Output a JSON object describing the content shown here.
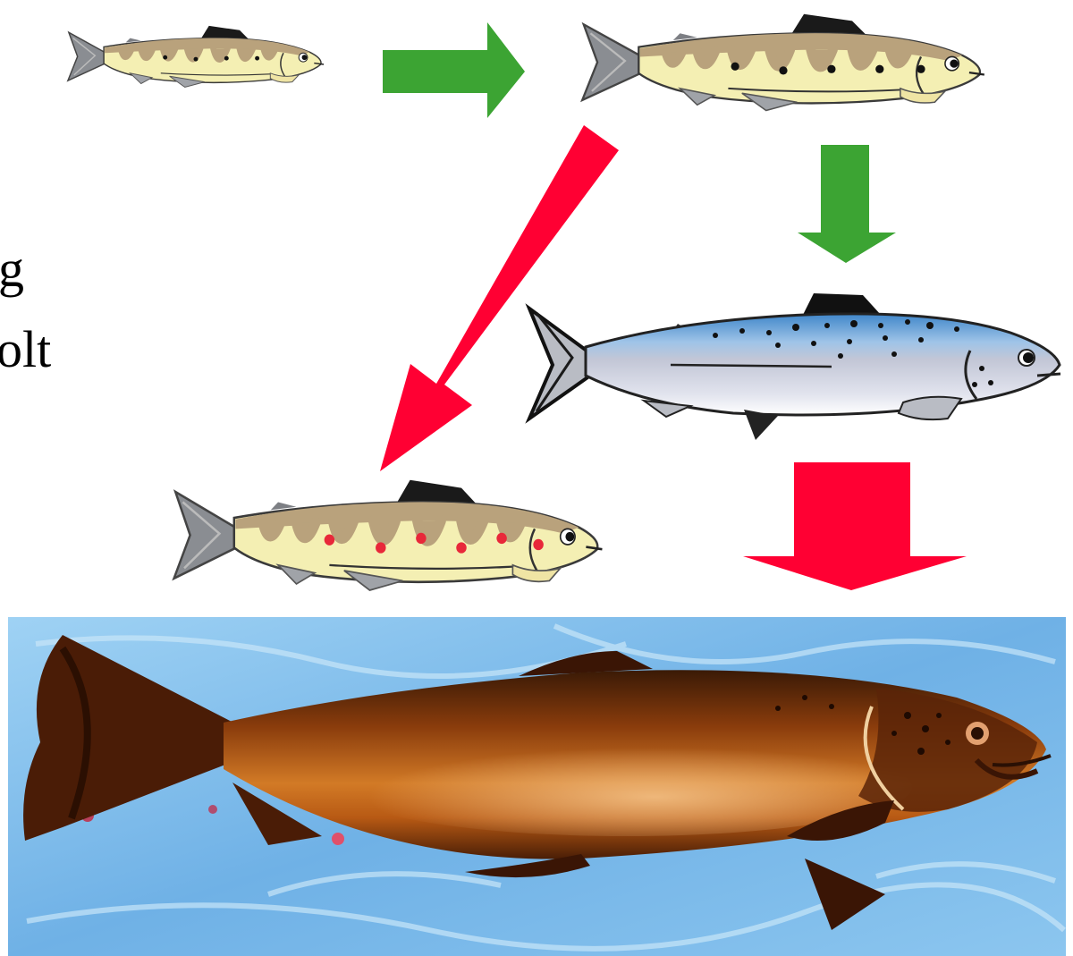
{
  "side_text": {
    "line1": "g",
    "line2": "olt"
  },
  "colors": {
    "arrow_green": "#3ca433",
    "arrow_red": "#ff0033",
    "parr_body": "#f5f0b0",
    "parr_marks": "#b8a07a",
    "smolt_back": "#4a8fd0",
    "smolt_body": "#c4c8d8",
    "background_cloth": "#7fb6e6",
    "adult_fish": "#a84d12"
  },
  "figures": [
    {
      "name": "small-parr",
      "icon": "parr-fish-icon"
    },
    {
      "name": "large-parr",
      "icon": "parr-fish-icon"
    },
    {
      "name": "mature-parr",
      "icon": "parr-fish-red-spots-icon"
    },
    {
      "name": "smolt",
      "icon": "silver-smolt-fish-icon"
    },
    {
      "name": "adult-sea-trout-photo",
      "icon": "sea-trout-photo"
    }
  ]
}
